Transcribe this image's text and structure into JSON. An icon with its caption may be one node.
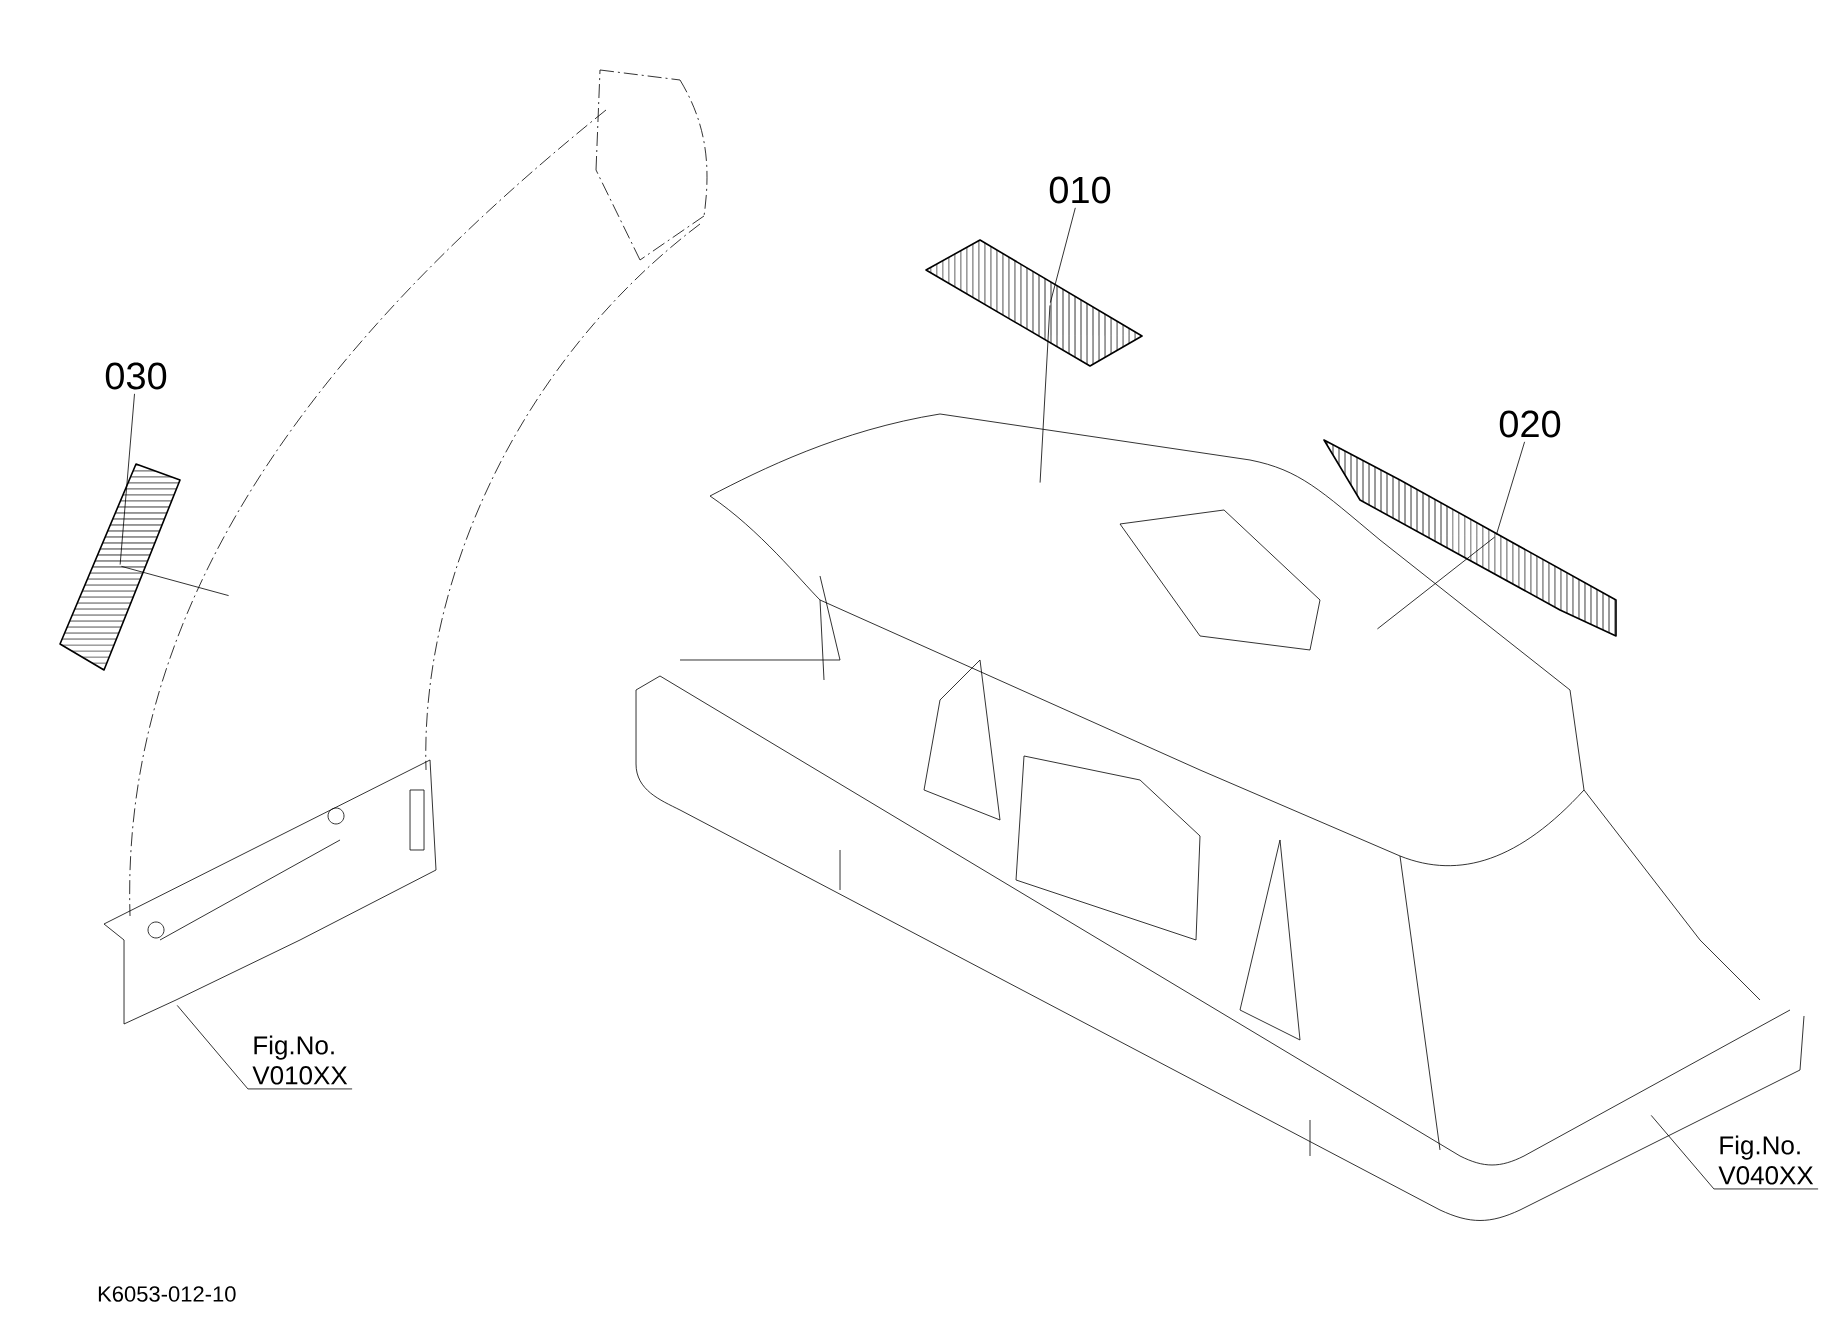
{
  "diagram": {
    "nodes": [
      {
        "text": [
          "030"
        ]
      },
      {
        "text": [],
        "shape": "picture"
      },
      {
        "text": [],
        "shape": "picture"
      },
      {
        "text": [
          "010"
        ]
      },
      {
        "text": [],
        "shape": "picture"
      },
      {
        "text": [],
        "shape": "picture"
      },
      {
        "text": [
          "020"
        ]
      },
      {
        "text": [],
        "shape": "picture"
      },
      {
        "text": [],
        "shape": "picture"
      },
      {
        "text": [
          "Fig.No.",
          "V010XX"
        ]
      },
      {
        "text": [],
        "shape": "picture"
      },
      {
        "text": [
          "Fig.No.",
          "V040XX"
        ]
      },
      {
        "text": [],
        "shape": "picture"
      }
    ],
    "edges": [
      {
        "from": 0,
        "to": 1,
        "arrow": "none"
      },
      {
        "from": 1,
        "to": 2,
        "arrow": "none"
      },
      {
        "from": 3,
        "to": 4,
        "arrow": "none"
      },
      {
        "from": 4,
        "to": 5,
        "arrow": "none"
      },
      {
        "from": 6,
        "to": 7,
        "arrow": "none"
      },
      {
        "from": 7,
        "to": 8,
        "arrow": "none"
      },
      {
        "from": 9,
        "to": 10,
        "arrow": "none"
      },
      {
        "from": 11,
        "to": 12,
        "arrow": "none"
      }
    ],
    "labels": [
      "K6053-012-10"
    ]
  }
}
